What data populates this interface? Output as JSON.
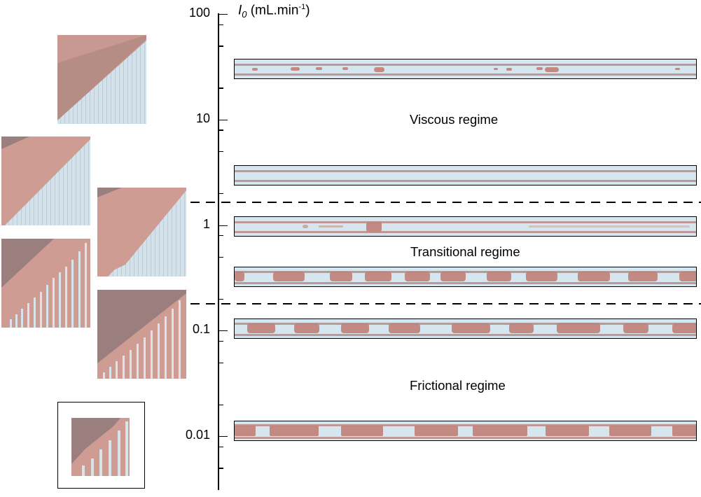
{
  "figure": {
    "axis": {
      "symbol": "I",
      "subscript": "0",
      "unit_prefix": "(mL.min",
      "unit_exponent": "-1",
      "unit_suffix": ")",
      "scale": "log",
      "range": [
        0.003,
        100
      ],
      "major_ticks": [
        {
          "value": 100,
          "label": "100"
        },
        {
          "value": 10,
          "label": "10"
        },
        {
          "value": 1,
          "label": "1"
        },
        {
          "value": 0.1,
          "label": "0.1"
        },
        {
          "value": 0.01,
          "label": "0.01"
        }
      ],
      "minor_tick_multipliers": [
        0.8,
        0.5,
        0.2
      ]
    },
    "regime_boundaries": [
      1.65,
      0.18
    ],
    "regimes": [
      {
        "label": "Viscous regime",
        "center_value": 10
      },
      {
        "label": "Transitional regime",
        "center_value": 0.55
      },
      {
        "label": "Frictional regime",
        "center_value": 0.028
      }
    ],
    "tubes": [
      {
        "flow_rate": 30,
        "pattern": "sparse-droplets"
      },
      {
        "flow_rate": 2.8,
        "pattern": "wall-film"
      },
      {
        "flow_rate": 0.95,
        "pattern": "isolated-plug-debris"
      },
      {
        "flow_rate": 0.28,
        "pattern": "periodic-plugs"
      },
      {
        "flow_rate": 0.1,
        "pattern": "periodic-plugs"
      },
      {
        "flow_rate": 0.0095,
        "pattern": "long-plugs"
      }
    ],
    "spatiotemporal_tiles": [
      {
        "id": "tile-1",
        "pattern": "smooth-front"
      },
      {
        "id": "tile-2",
        "pattern": "smooth-front"
      },
      {
        "id": "tile-3",
        "pattern": "smooth-front"
      },
      {
        "id": "tile-4",
        "pattern": "fingered-front"
      },
      {
        "id": "tile-5",
        "pattern": "fingered-front"
      },
      {
        "id": "tile-6",
        "pattern": "fingered-front",
        "framed": true
      }
    ],
    "colors": {
      "fluid": "#c0827a",
      "air": "#d6e6ee",
      "dark_zone": "#9a7f7e",
      "wall": "#b98a86"
    }
  }
}
